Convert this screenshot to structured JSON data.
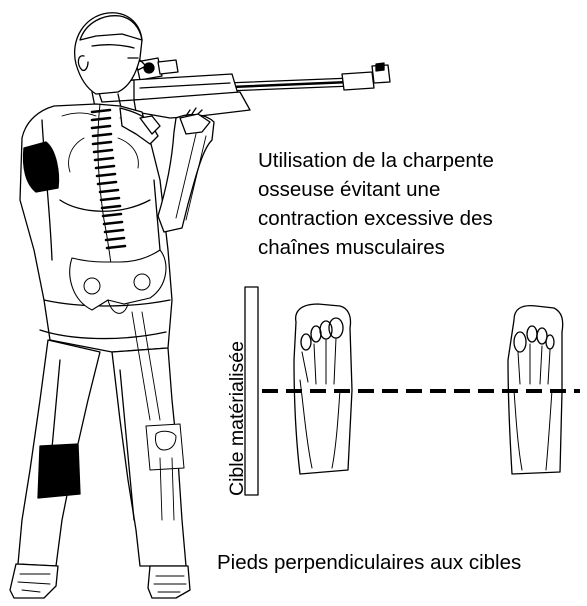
{
  "captions": {
    "main_line_1": "Utilisation de la charpente",
    "main_line_2": "osseuse évitant une",
    "main_line_3": "contraction excessive des",
    "main_line_4": "chaînes musculaires",
    "target": "Cible matérialisée",
    "feet": "Pieds perpendiculaires aux cibles"
  },
  "colors": {
    "ink": "#000000",
    "paper": "#ffffff"
  }
}
